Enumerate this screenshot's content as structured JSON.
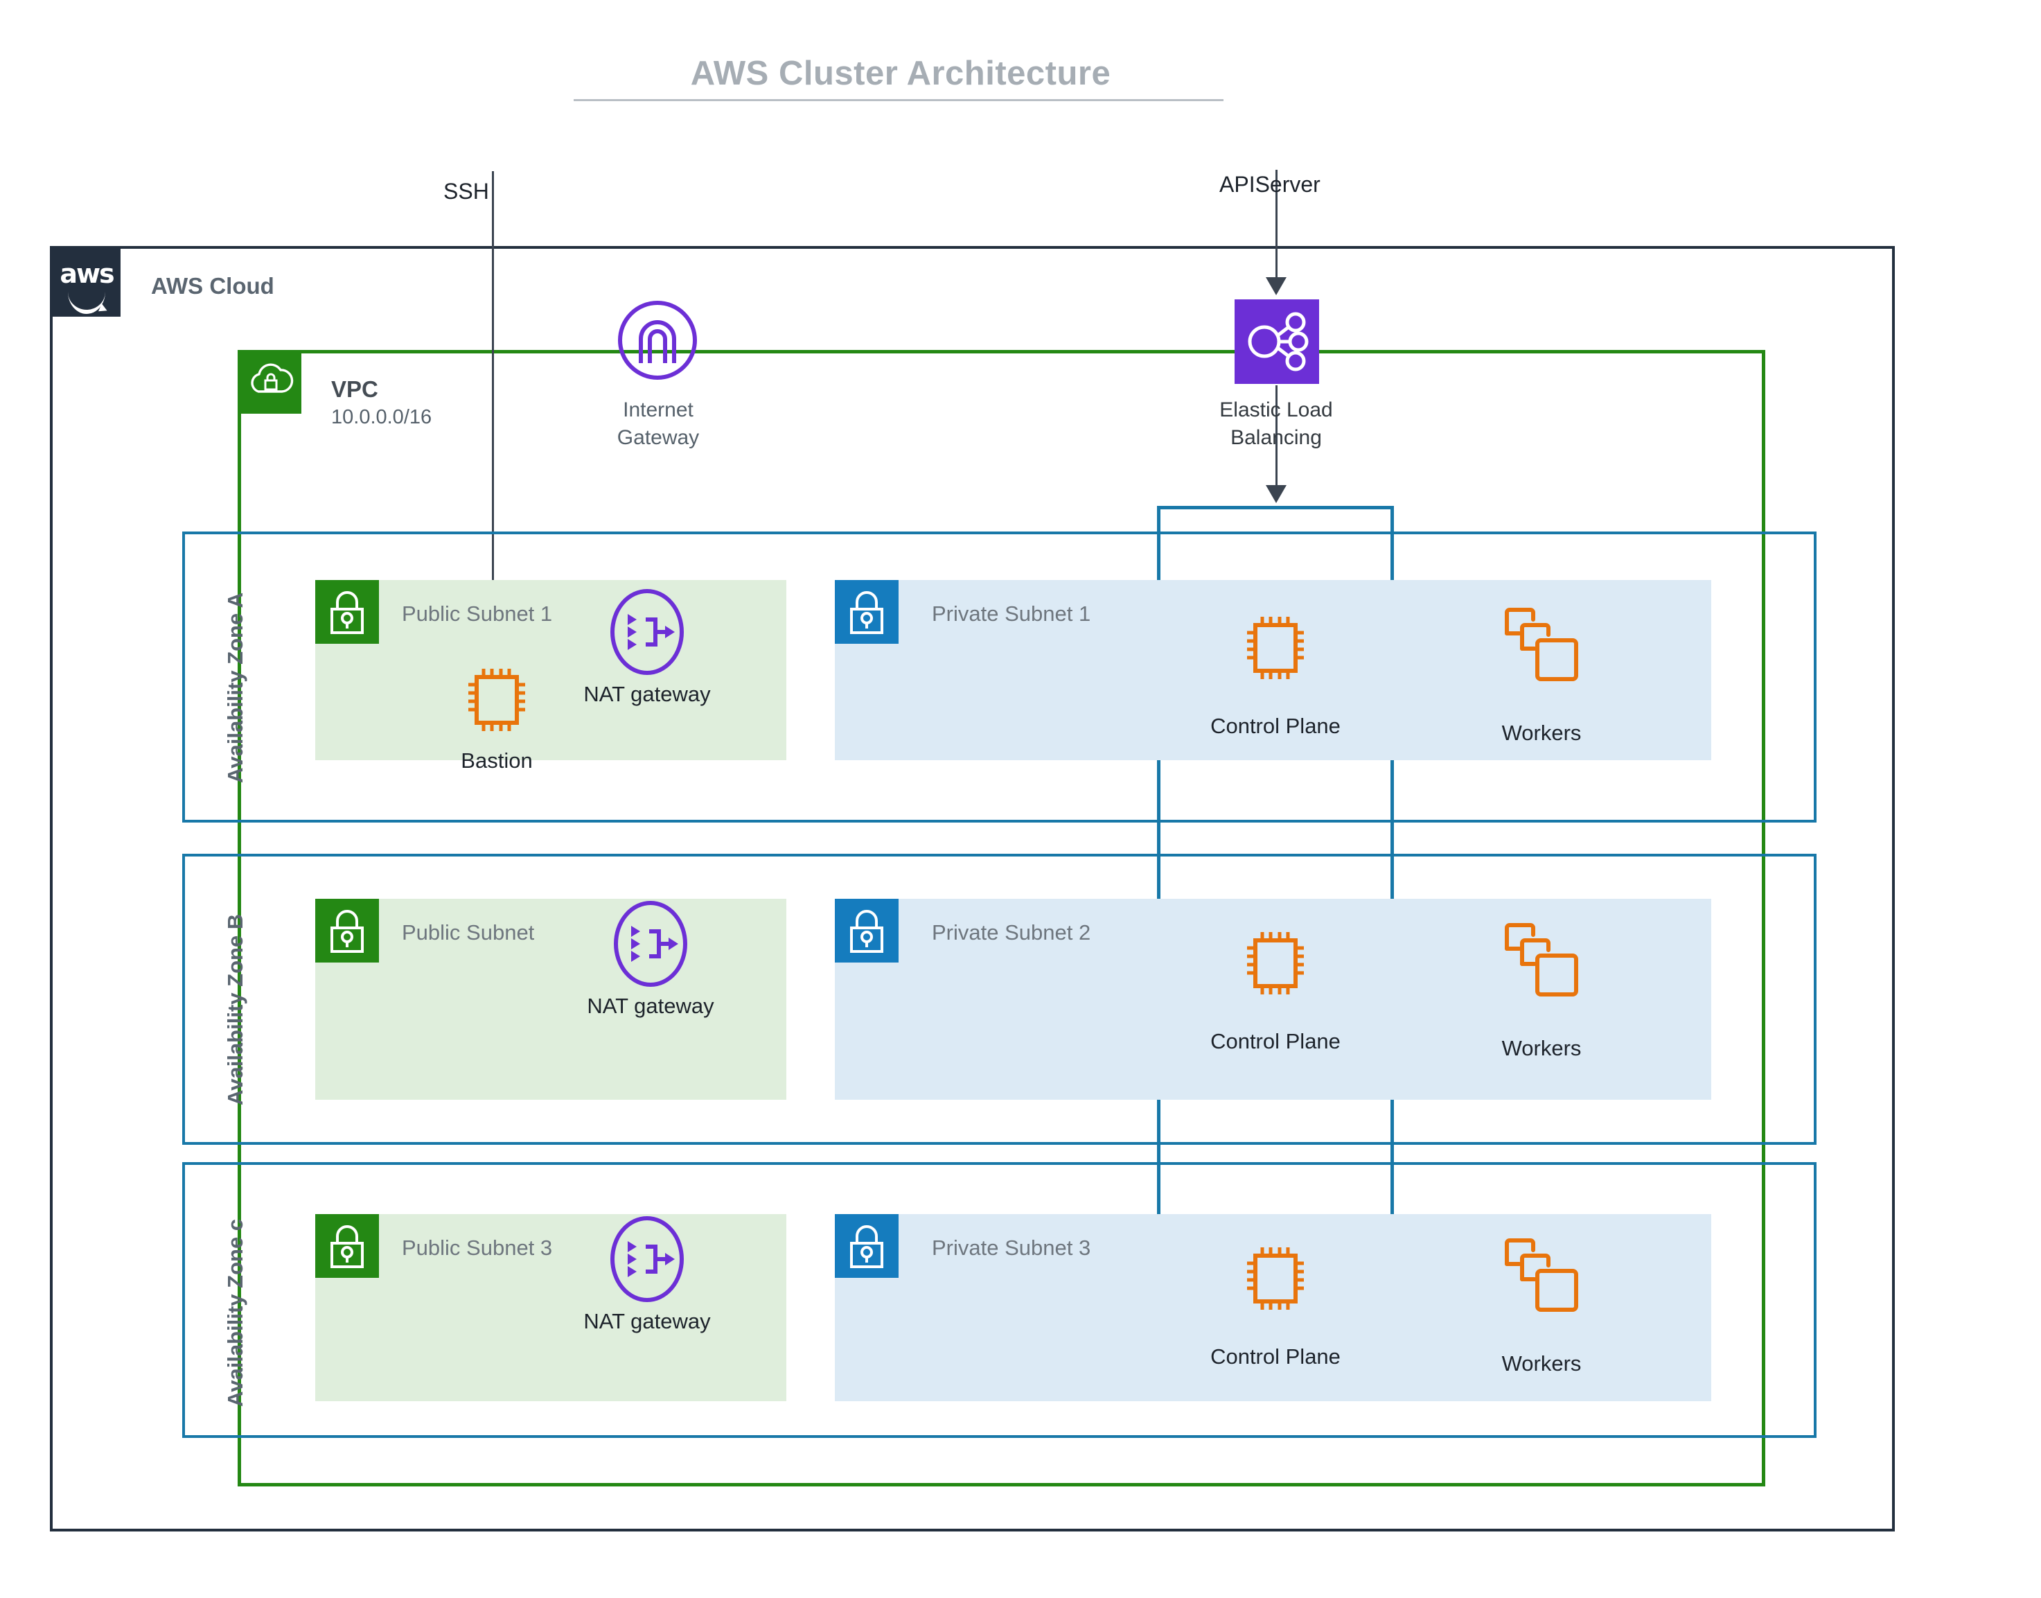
{
  "title": "AWS Cluster Architecture",
  "colors": {
    "aws_navy": "#232f3e",
    "vpc_green": "#248814",
    "subnet_blue": "#157cbe",
    "zone_blue": "#1878a8",
    "purple": "#6c2fd6",
    "orange": "#e8740c",
    "public_panel": "#dfeedc",
    "private_panel": "#dceaf5",
    "title_gray": "#a6adb4"
  },
  "cloud": {
    "label": "AWS Cloud",
    "logo_text": "aws"
  },
  "vpc": {
    "label": "VPC",
    "cidr": "10.0.0.0/16",
    "icon": "cloud-lock-icon"
  },
  "gateways": {
    "internet_gateway": {
      "label": "Internet\nGateway",
      "line1": "Internet",
      "line2": "Gateway",
      "icon": "internet-gateway-icon"
    },
    "elastic_load_balancing": {
      "line1": "Elastic Load",
      "line2": "Balancing",
      "icon": "elastic-load-balancing-icon"
    }
  },
  "connectors": {
    "ssh": "SSH",
    "apiserver": "APIServer"
  },
  "zones": [
    {
      "label": "Availability Zone A",
      "public_subnet": {
        "name": "Public Subnet 1",
        "lock_icon": "green-lock-icon",
        "nat": {
          "label": "NAT gateway",
          "icon": "nat-gateway-icon"
        },
        "instances": [
          {
            "label": "Bastion",
            "icon": "chip-icon"
          }
        ]
      },
      "private_subnet": {
        "name": "Private Subnet 1",
        "lock_icon": "blue-lock-icon",
        "nodes": [
          {
            "label": "Control Plane",
            "icon": "chip-icon"
          },
          {
            "label": "Workers",
            "icon": "stacked-squares-icon"
          }
        ]
      }
    },
    {
      "label": "Availability Zone B",
      "public_subnet": {
        "name": "Public Subnet",
        "lock_icon": "green-lock-icon",
        "nat": {
          "label": "NAT gateway",
          "icon": "nat-gateway-icon"
        },
        "instances": []
      },
      "private_subnet": {
        "name": "Private Subnet 2",
        "lock_icon": "blue-lock-icon",
        "nodes": [
          {
            "label": "Control Plane",
            "icon": "chip-icon"
          },
          {
            "label": "Workers",
            "icon": "stacked-squares-icon"
          }
        ]
      }
    },
    {
      "label": "Availability Zone c",
      "public_subnet": {
        "name": "Public Subnet 3",
        "lock_icon": "green-lock-icon",
        "nat": {
          "label": "NAT gateway",
          "icon": "nat-gateway-icon"
        },
        "instances": []
      },
      "private_subnet": {
        "name": "Private Subnet 3",
        "lock_icon": "blue-lock-icon",
        "nodes": [
          {
            "label": "Control Plane",
            "icon": "chip-icon"
          },
          {
            "label": "Workers",
            "icon": "stacked-squares-icon"
          }
        ]
      }
    }
  ]
}
